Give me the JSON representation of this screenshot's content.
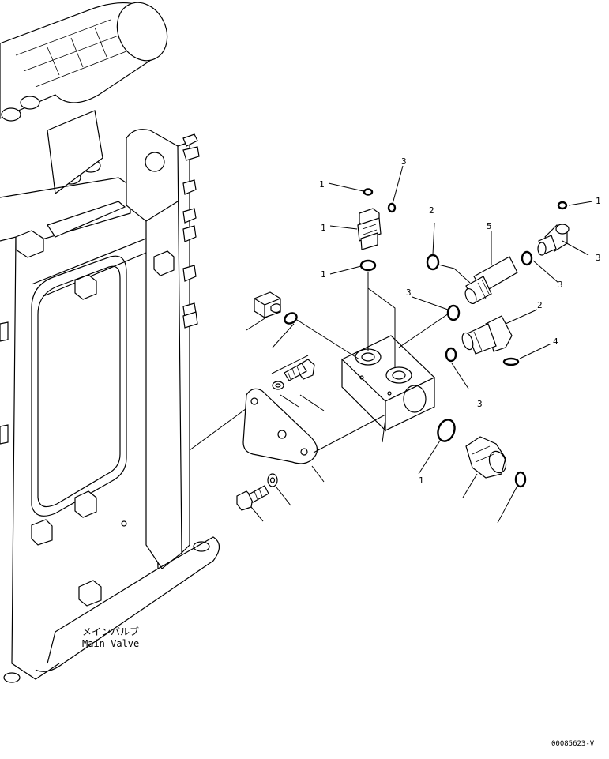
{
  "caption": {
    "japanese": "メインバルブ",
    "english": "Main Valve"
  },
  "drawing_id": "00085623-V",
  "callouts": [
    "1",
    "3",
    "1",
    "1",
    "2",
    "5",
    "3",
    "3",
    "3",
    "2",
    "4",
    "3",
    "1",
    "1"
  ]
}
